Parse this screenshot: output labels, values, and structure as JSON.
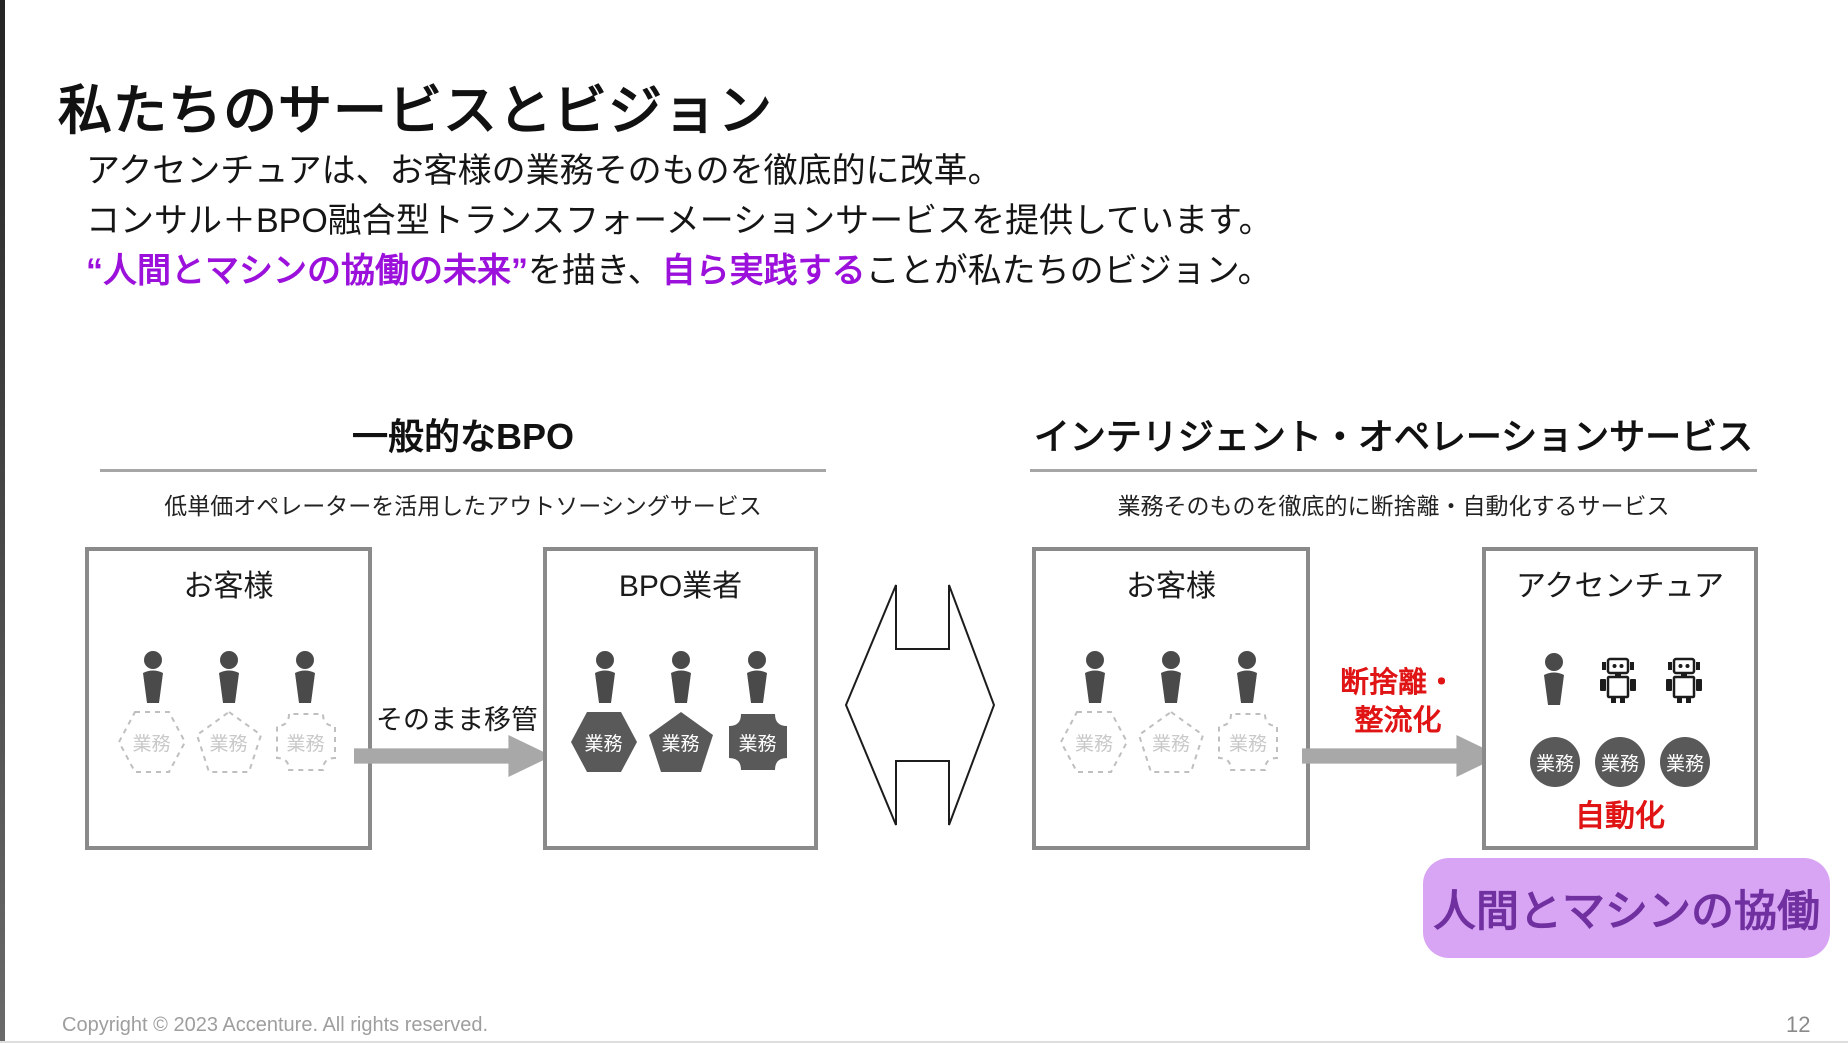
{
  "slide": {
    "title": "私たちのサービスとビジョン",
    "intro": {
      "line1": "アクセンチュアは、お客様の業務そのものを徹底的に改革。",
      "line2": "コンサル＋BPO融合型トランスフォーメーションサービスを提供しています。",
      "line3": {
        "seg1_purple": "“人間とマシンの協働の未来”",
        "seg2_plain": "を描き、",
        "seg3_purple": "自ら実践する",
        "seg4_plain": "ことが私たちのビジョン。"
      }
    },
    "left": {
      "heading": "一般的なBPO",
      "subtitle": "低単価オペレーターを活用したアウトソーシングサービス",
      "customer": {
        "title": "お客様",
        "task": "業務"
      },
      "transfer_label": "そのまま移管",
      "vendor": {
        "title": "BPO業者",
        "task": "業務"
      }
    },
    "right": {
      "heading": "インテリジェント・オペレーションサービス",
      "subtitle": "業務そのものを徹底的に断捨離・自動化するサービス",
      "customer": {
        "title": "お客様",
        "task": "業務"
      },
      "reduction_line1": "断捨離・",
      "reduction_line2": "整流化",
      "accenture": {
        "title": "アクセンチュア",
        "task": "業務",
        "automation": "自動化"
      },
      "banner": "人間とマシンの協働"
    },
    "footer": {
      "copyright": "Copyright © 2023 Accenture. All rights reserved.",
      "page": "12"
    },
    "colors": {
      "accent_purple": "#9B10DB",
      "banner_bg": "#D8A5F5",
      "banner_text": "#7030A0",
      "alert_red": "#E01414",
      "shape_dark": "#595959",
      "arrow_gray": "#A8A8A8",
      "box_border_gray": "#8A8A8A"
    }
  }
}
